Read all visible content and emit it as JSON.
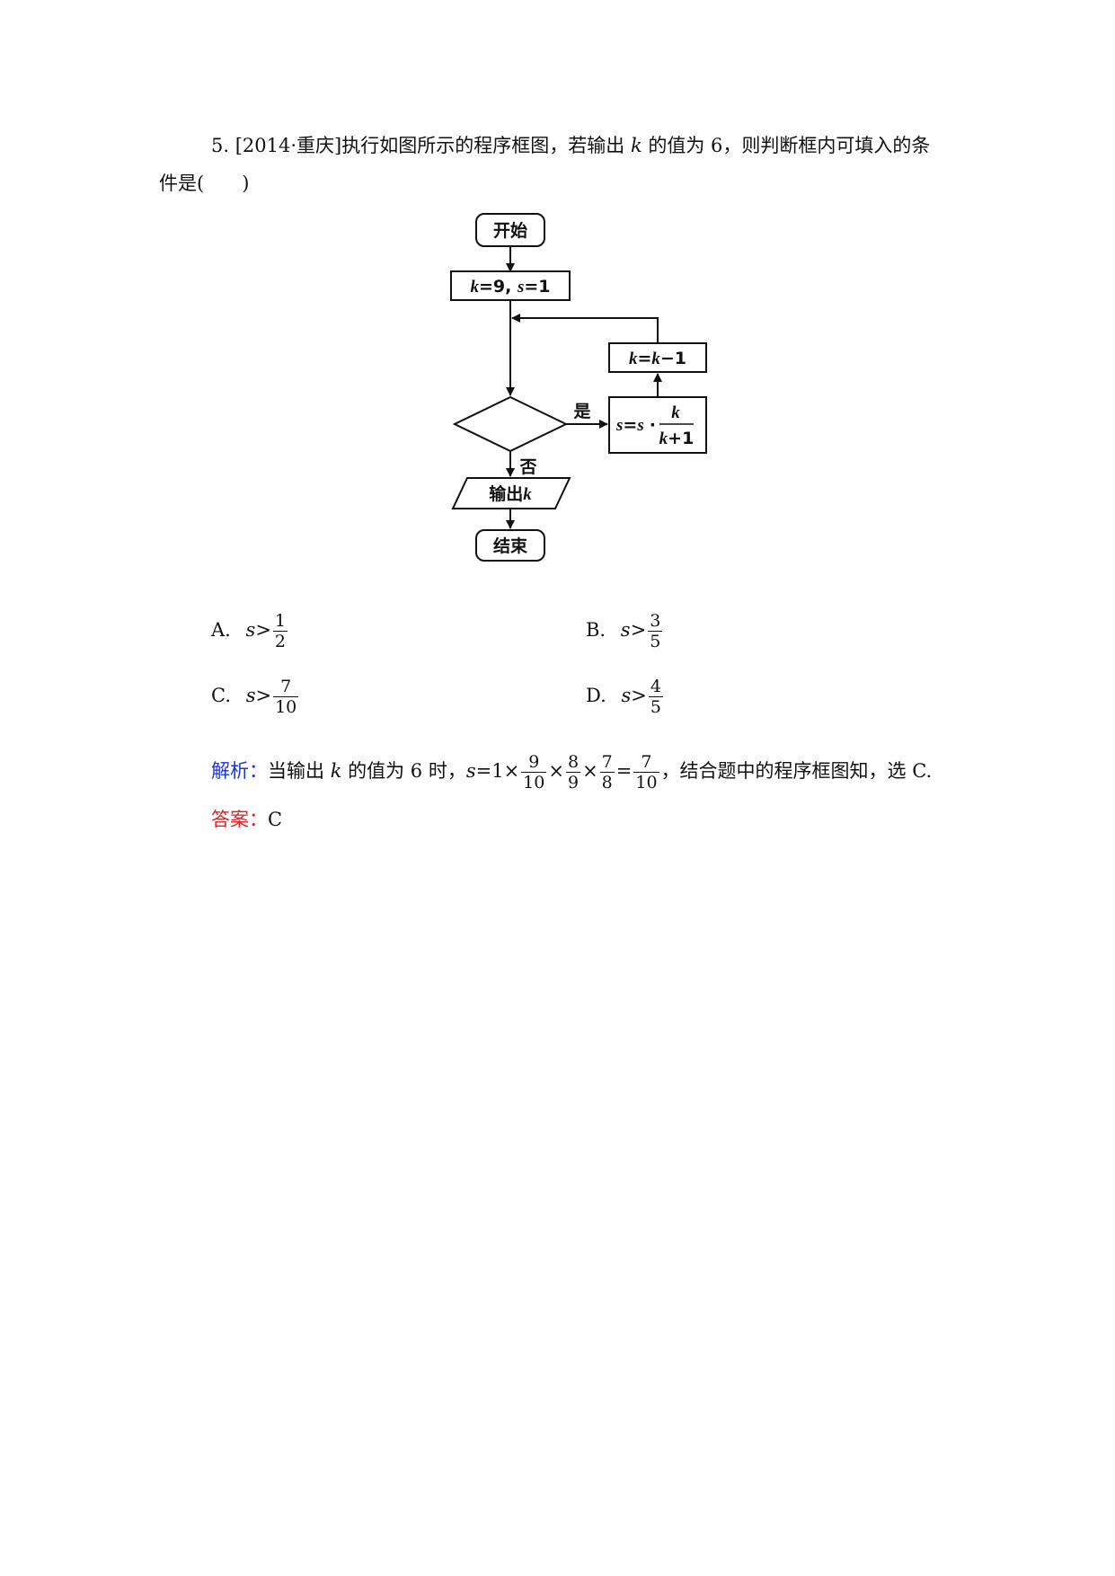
{
  "question": {
    "number": "5.",
    "source": "[2014·重庆]",
    "stem_line1_a": "执行如图所示的程序框图，若输出",
    "stem_var": "k",
    "stem_line1_b": "的值为 6，则判断框内可填入的条",
    "stem_line2": "件是(　　)"
  },
  "flowchart": {
    "start": "开始",
    "init_k": "k",
    "init_mid": "=9, ",
    "init_s": "s",
    "init_end": "=1",
    "decrement_k1": "k",
    "decrement_eq": "=",
    "decrement_k2": "k",
    "decrement_end": "−1",
    "update_s1": "s",
    "update_eq": "=",
    "update_s2": "s",
    "update_dot": "·",
    "update_num": "k",
    "update_den_k": "k",
    "update_den_end": "+1",
    "yes": "是",
    "no": "否",
    "output": "输出",
    "output_var": "k",
    "end": "结束"
  },
  "options": [
    {
      "label": "A.",
      "var": "s",
      "op": ">",
      "num": "1",
      "den": "2"
    },
    {
      "label": "B.",
      "var": "s",
      "op": ">",
      "num": "3",
      "den": "5"
    },
    {
      "label": "C.",
      "var": "s",
      "op": ">",
      "num": "7",
      "den": "10"
    },
    {
      "label": "D.",
      "var": "s",
      "op": ">",
      "num": "4",
      "den": "5"
    }
  ],
  "analysis": {
    "label": "解析：",
    "text_a": "当输出",
    "var": "k",
    "text_b": "的值为 6 时，",
    "s_var": "s",
    "eq1": "=1×",
    "f1_num": "9",
    "f1_den": "10",
    "times1": "×",
    "f2_num": "8",
    "f2_den": "9",
    "times2": "×",
    "f3_num": "7",
    "f3_den": "8",
    "eq2": "=",
    "f4_num": "7",
    "f4_den": "10",
    "text_c": "，结合题中的程序框图知，选 C."
  },
  "answer": {
    "label": "答案：",
    "value": "C"
  },
  "colors": {
    "analysis_label": "#1a36d4",
    "answer_label": "#e0211f",
    "ink": "#111111"
  }
}
